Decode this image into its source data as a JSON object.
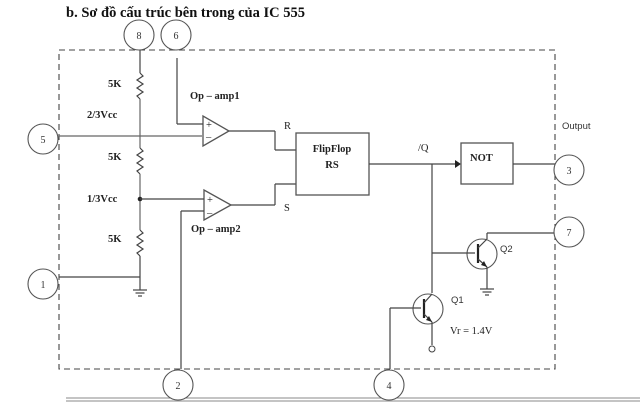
{
  "title": "b. Sơ đồ cấu trúc bên trong của IC 555",
  "pins": {
    "p1": "1",
    "p2": "2",
    "p3": "3",
    "p4": "4",
    "p5": "5",
    "p6": "6",
    "p7": "7",
    "p8": "8"
  },
  "divider": {
    "r_top": "5K",
    "r_mid": "5K",
    "r_bot": "5K",
    "v_upper": "2/3Vcc",
    "v_lower": "1/3Vcc"
  },
  "comparators": {
    "upper": "Op – amp1",
    "lower": "Op – amp2",
    "plus": "+",
    "minus": "–"
  },
  "flipflop": {
    "line1": "FlipFlop",
    "line2": "RS",
    "r_input": "R",
    "s_input": "S",
    "q_output": "/Q"
  },
  "not_gate": {
    "label": "NOT"
  },
  "output_label": "Output",
  "transistors": {
    "q1": "Q1",
    "q2": "Q2",
    "vr": "Vr = 1.4V"
  }
}
